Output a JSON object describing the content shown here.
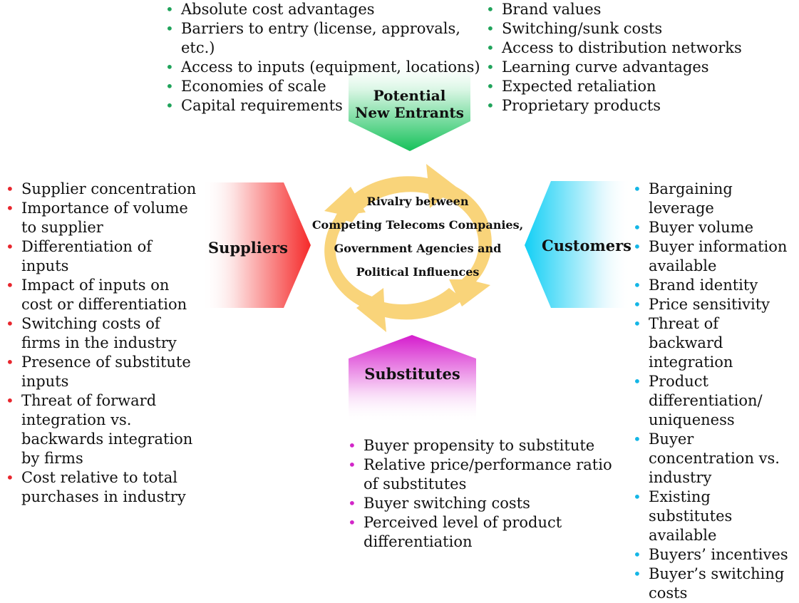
{
  "colors": {
    "new_entrants": "#22c55e",
    "suppliers": "#f43f3f",
    "customers": "#19d3f3",
    "substitutes": "#d81fd0",
    "rivalry": "#f6c85f"
  },
  "potential_new_entrants": {
    "label_line1": "Potential",
    "label_line2": "New Entrants",
    "left_items": [
      "Absolute cost advantages",
      "Barriers to entry (license, approvals, etc.)",
      "Access to inputs (equipment, locations)",
      "Economies of scale",
      "Capital requirements"
    ],
    "right_items": [
      "Brand values",
      "Switching/sunk costs",
      "Access to distribution networks",
      "Learning curve advantages",
      "Expected retaliation",
      "Proprietary products"
    ]
  },
  "suppliers": {
    "label": "Suppliers",
    "items": [
      "Supplier concentration",
      "Importance of volume to supplier",
      "Differentiation of inputs",
      "Impact of inputs on cost or differentiation",
      "Switching costs of firms in the industry",
      "Presence of substitute inputs",
      "Threat of forward integration vs. backwards integration by firms",
      "Cost relative to total purchases in industry"
    ]
  },
  "customers": {
    "label": "Customers",
    "items": [
      "Bargaining leverage",
      "Buyer volume",
      "Buyer information available",
      "Brand identity",
      "Price sensitivity",
      "Threat of backward integration",
      "Product differentiation/ uniqueness",
      "Buyer concentration vs. industry",
      "Existing substitutes available",
      "Buyers’ incentives",
      "Buyer’s switching costs"
    ]
  },
  "substitutes": {
    "label": "Substitutes",
    "items": [
      "Buyer propensity to substitute",
      "Relative price/performance ratio of substitutes",
      "Buyer switching costs",
      "Perceived level of product differentiation"
    ]
  },
  "rivalry": {
    "line1": "Rivalry between",
    "line2": "Competing Telecoms Companies,",
    "line3": "Government Agencies and",
    "line4": "Political Influences"
  }
}
